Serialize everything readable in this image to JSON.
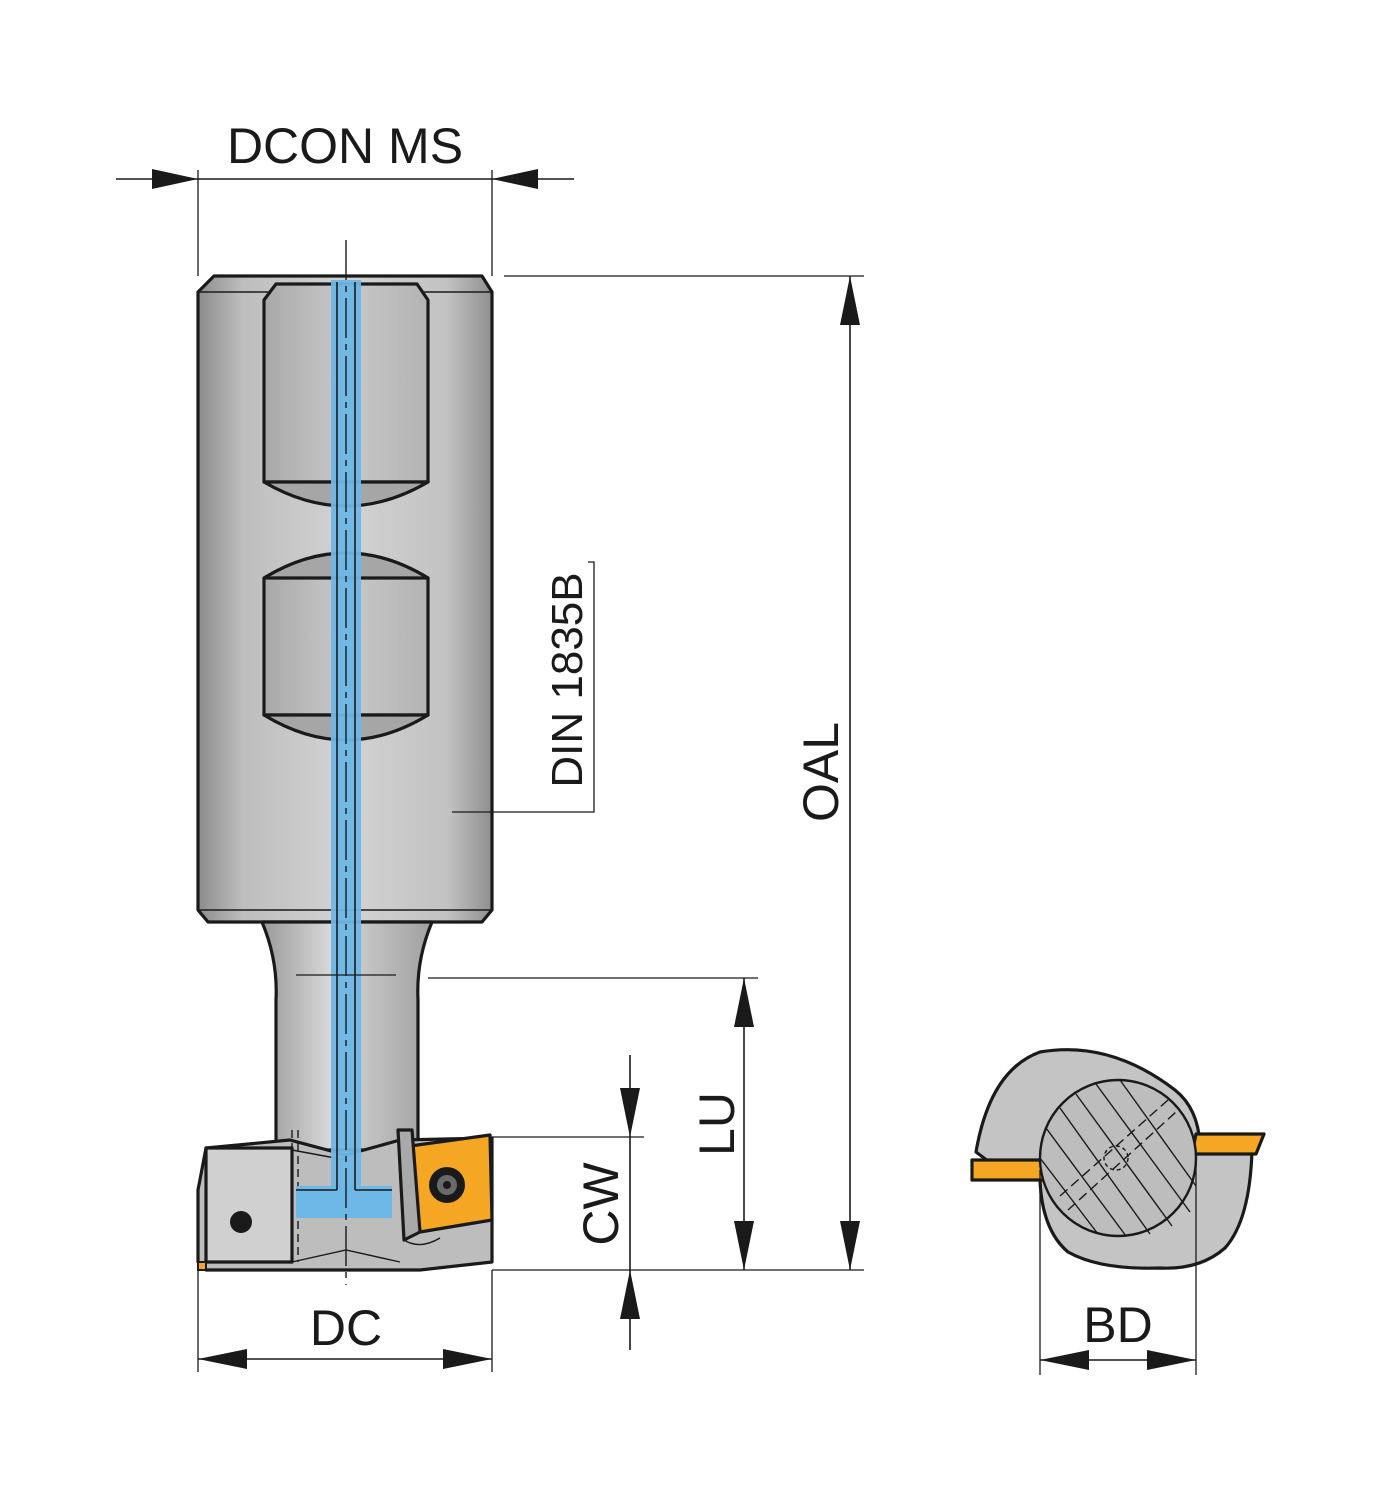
{
  "labels": {
    "dcon_ms": "DCON MS",
    "din": "DIN 1835B",
    "oal": "OAL",
    "lu": "LU",
    "cw": "CW",
    "dc": "DC",
    "bd": "BD"
  },
  "colors": {
    "body_gray": "#b9b9b9",
    "coolant_blue": "#6db8e6",
    "insert_orange": "#f5a623",
    "line": "#1a1a1a"
  }
}
